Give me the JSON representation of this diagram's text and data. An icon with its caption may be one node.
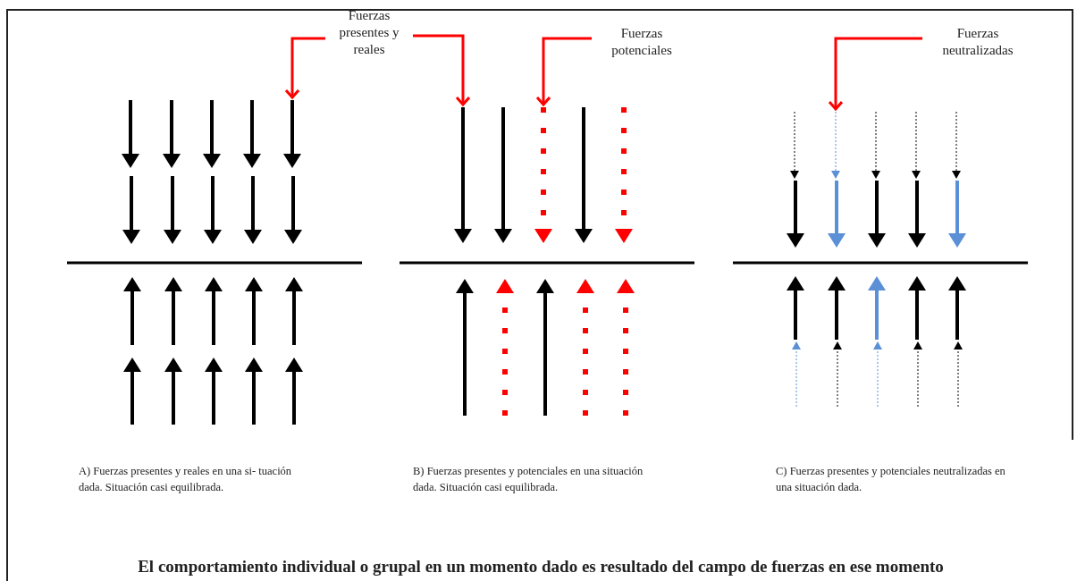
{
  "diagram": {
    "caption": "El comportamiento individual o grupal en un momento dado es resultado del campo de fuerzas en ese momento",
    "nodes": [
      {
        "text": [
          "Fuerzas presentes y reales"
        ]
      },
      {
        "text": [
          "Fuerzas potenciales"
        ]
      },
      {
        "text": [
          "Fuerzas neutralizadas"
        ]
      }
    ],
    "edges": [
      {
        "from": 0,
        "to": null,
        "arrow": "to",
        "color": "#ff0000"
      },
      {
        "from": 0,
        "to": null,
        "arrow": "to",
        "color": "#ff0000"
      },
      {
        "from": 1,
        "to": null,
        "arrow": "to",
        "color": "#ff0000"
      },
      {
        "from": 2,
        "to": null,
        "arrow": "to",
        "color": "#ff0000"
      }
    ],
    "labels": [
      "A) Fuerzas presentes y reales en una si- tuación dada. Situación casi equilibrada.",
      "B) Fuerzas presentes y potenciales en una situación dada. Situación casi equilibrada.",
      "C) Fuerzas presentes y potenciales neutralizadas en una situación dada."
    ]
  }
}
